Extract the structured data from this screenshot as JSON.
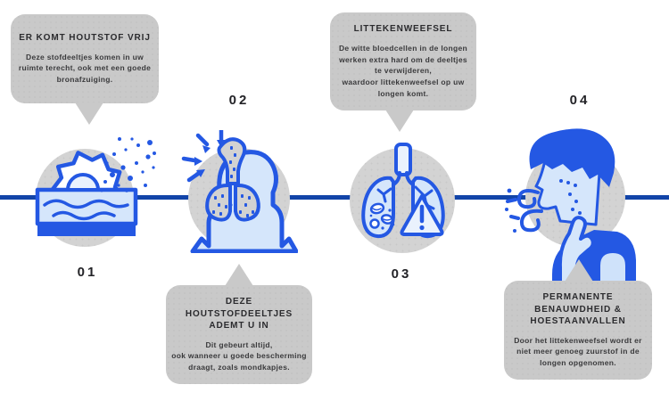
{
  "colors": {
    "background": "#ffffff",
    "timeline": "#1244a8",
    "icon_stroke": "#2458e3",
    "icon_fill_light": "#d5e6fb",
    "circle_background": "#d3d3d3",
    "callout_background": "#c9c9c9",
    "heading_text": "#2b2b2e",
    "body_text": "#3a3a3c"
  },
  "steps": [
    {
      "number": "01",
      "icon": "circular-saw-dust-icon",
      "callout": {
        "position": "top",
        "title": "ER KOMT HOUTSTOF VRIJ",
        "body": "Deze stofdeeltjes komen in uw\nruimte terecht, ook met een goede\nbronafzuiging."
      }
    },
    {
      "number": "02",
      "icon": "inhaling-dust-lungs-icon",
      "callout": {
        "position": "bottom",
        "title": "DEZE HOUTSTOFDEELTJES\nADEMT U IN",
        "body": "Dit gebeurt altijd,\nook wanneer u goede bescherming\ndraagt, zoals mondkapjes."
      }
    },
    {
      "number": "03",
      "icon": "scarred-lungs-warning-icon",
      "callout": {
        "position": "top",
        "title": "LITTEKENWEEFSEL",
        "body": "De witte bloedcellen in de longen\nwerken extra hard om de deeltjes\nte verwijderen,\nwaardoor littekenweefsel op uw\nlongen komt."
      }
    },
    {
      "number": "04",
      "icon": "coughing-person-icon",
      "callout": {
        "position": "bottom",
        "title": "PERMANENTE\nBENAUWDHEID &\nHOESTAANVALLEN",
        "body": "Door het littekenweefsel wordt er\nniet meer genoeg zuurstof in de\nlongen opgenomen."
      }
    }
  ]
}
